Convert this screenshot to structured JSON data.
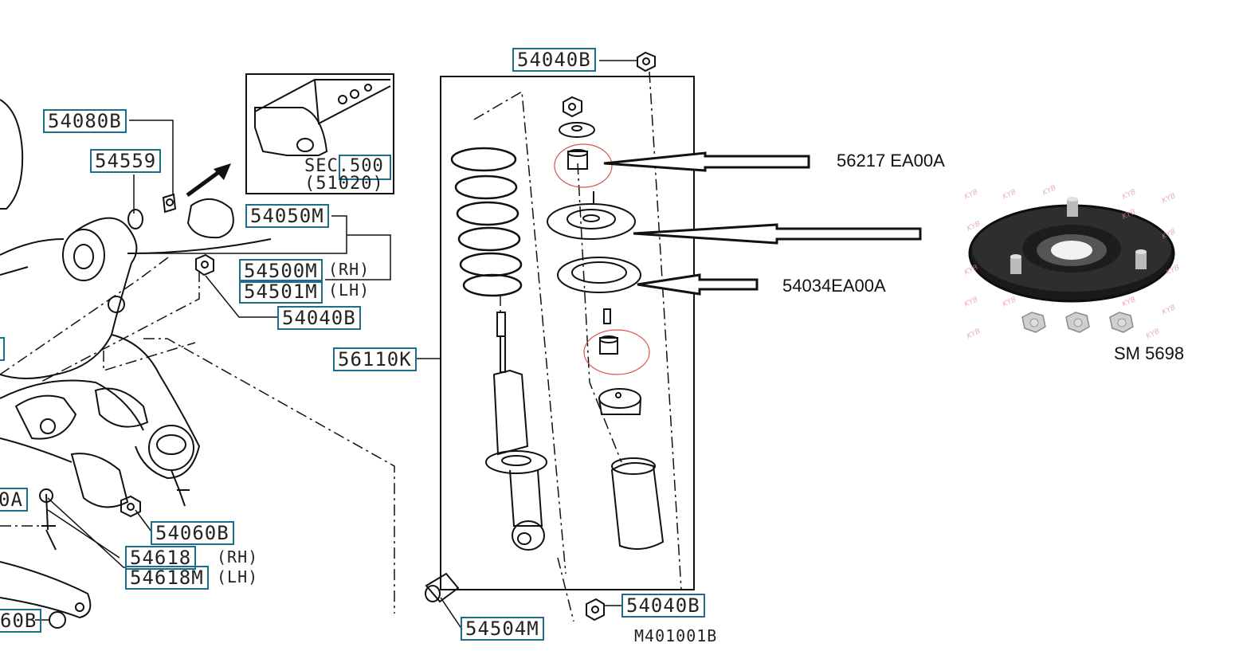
{
  "diagram_labels": {
    "p54040b_top": "54040B",
    "p54080b": "54080B",
    "p54559": "54559",
    "p54050m": "54050M",
    "p54500m": "54500M",
    "p54500m_side": "(RH)",
    "p54501m": "54501M",
    "p54501m_side": "(LH)",
    "p54040b_mid": "54040B",
    "p56110k": "56110K",
    "p54060b": "54060B",
    "p54618": "54618",
    "p54618_side": "(RH)",
    "p54618m": "54618M",
    "p54618m_side": "(LH)",
    "p60b": "60B",
    "p0a": "0A",
    "p54504m": "54504M",
    "p54040b_bottom": "54040B",
    "sec_ref": "SEC.500",
    "sec_sub": "(51020)",
    "figure_code": "M401001B"
  },
  "annotations": {
    "upper_part": "56217 EA00A",
    "seat_part": "54034EA00A",
    "photo_caption": "SM 5698",
    "watermark": "KYB"
  },
  "colors": {
    "label_border": "#1b6f8c",
    "line": "#111111",
    "highlight_circle": "#d9534f"
  }
}
